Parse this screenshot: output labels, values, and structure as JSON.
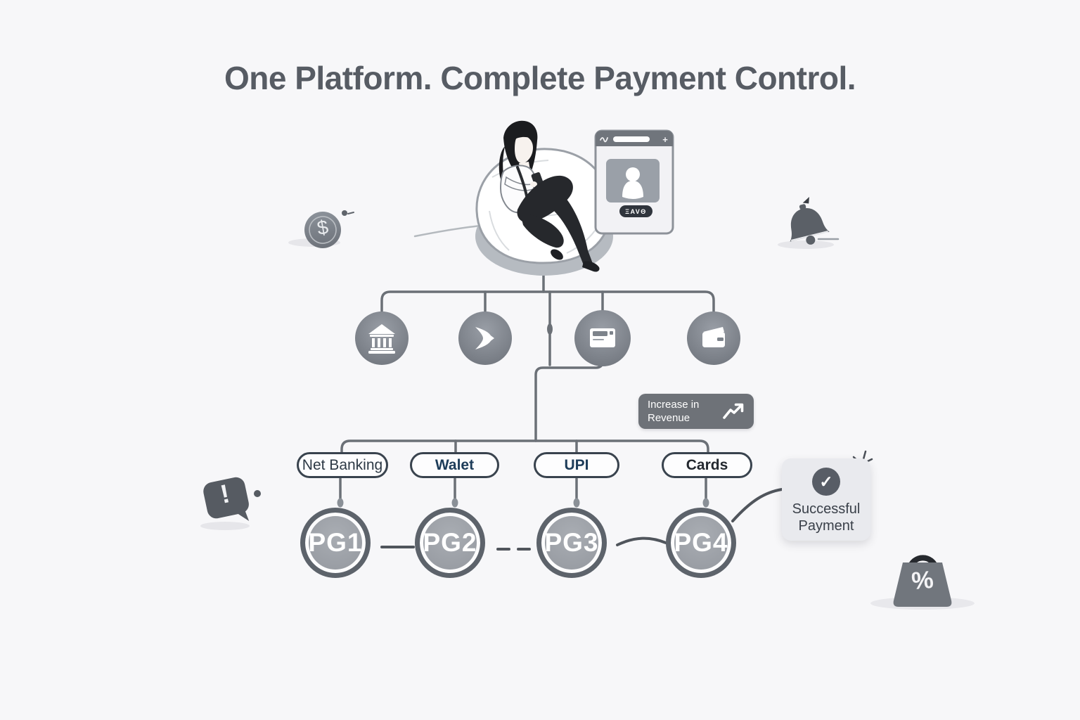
{
  "title": "One Platform. Complete Payment Control.",
  "hero": {
    "browser_window": {
      "plus_label": "+",
      "button_label": "ΞAVΘ"
    }
  },
  "channel_icons": [
    {
      "name": "bank-icon"
    },
    {
      "name": "payment-arrow-icon"
    },
    {
      "name": "card-icon"
    },
    {
      "name": "wallet-icon"
    }
  ],
  "revenue_badge": {
    "line1": "Increase in",
    "line2": "Revenue"
  },
  "payment_methods": [
    {
      "label": "Net Banking"
    },
    {
      "label": "Walet"
    },
    {
      "label": "UPI"
    },
    {
      "label": "Cards"
    }
  ],
  "gateways": [
    {
      "label": "PG1"
    },
    {
      "label": "PG2"
    },
    {
      "label": "PG3"
    },
    {
      "label": "PG4"
    }
  ],
  "success_card": {
    "check": "✓",
    "line1": "Successful",
    "line2": "Payment"
  },
  "decorations": {
    "dollar_symbol": "$",
    "percent_symbol": "%",
    "exclamation_symbol": "!"
  },
  "icons": {
    "channel_row": [
      "bank-icon",
      "payment-arrow-icon",
      "card-icon",
      "wallet-icon"
    ],
    "decorative": [
      "dollar-coin-icon",
      "bell-icon",
      "exclamation-bubble-icon",
      "percent-bag-icon",
      "trend-arrow-icon",
      "check-icon",
      "sparkle-icon",
      "spark-burst-icon"
    ]
  },
  "colors": {
    "background": "#f7f7f9",
    "title_text": "#575c64",
    "connector": "#6b7077",
    "channel_node_fill": "#858b93",
    "pill_border": "#39434e",
    "pill_text_blue": "#1d3c59",
    "badge_bg": "#6e7278",
    "success_card_bg": "#e9eaee",
    "gateway_ring": "#5d636b",
    "gateway_fill": "#9fa3aa",
    "decor_dark": "#5b6067"
  }
}
